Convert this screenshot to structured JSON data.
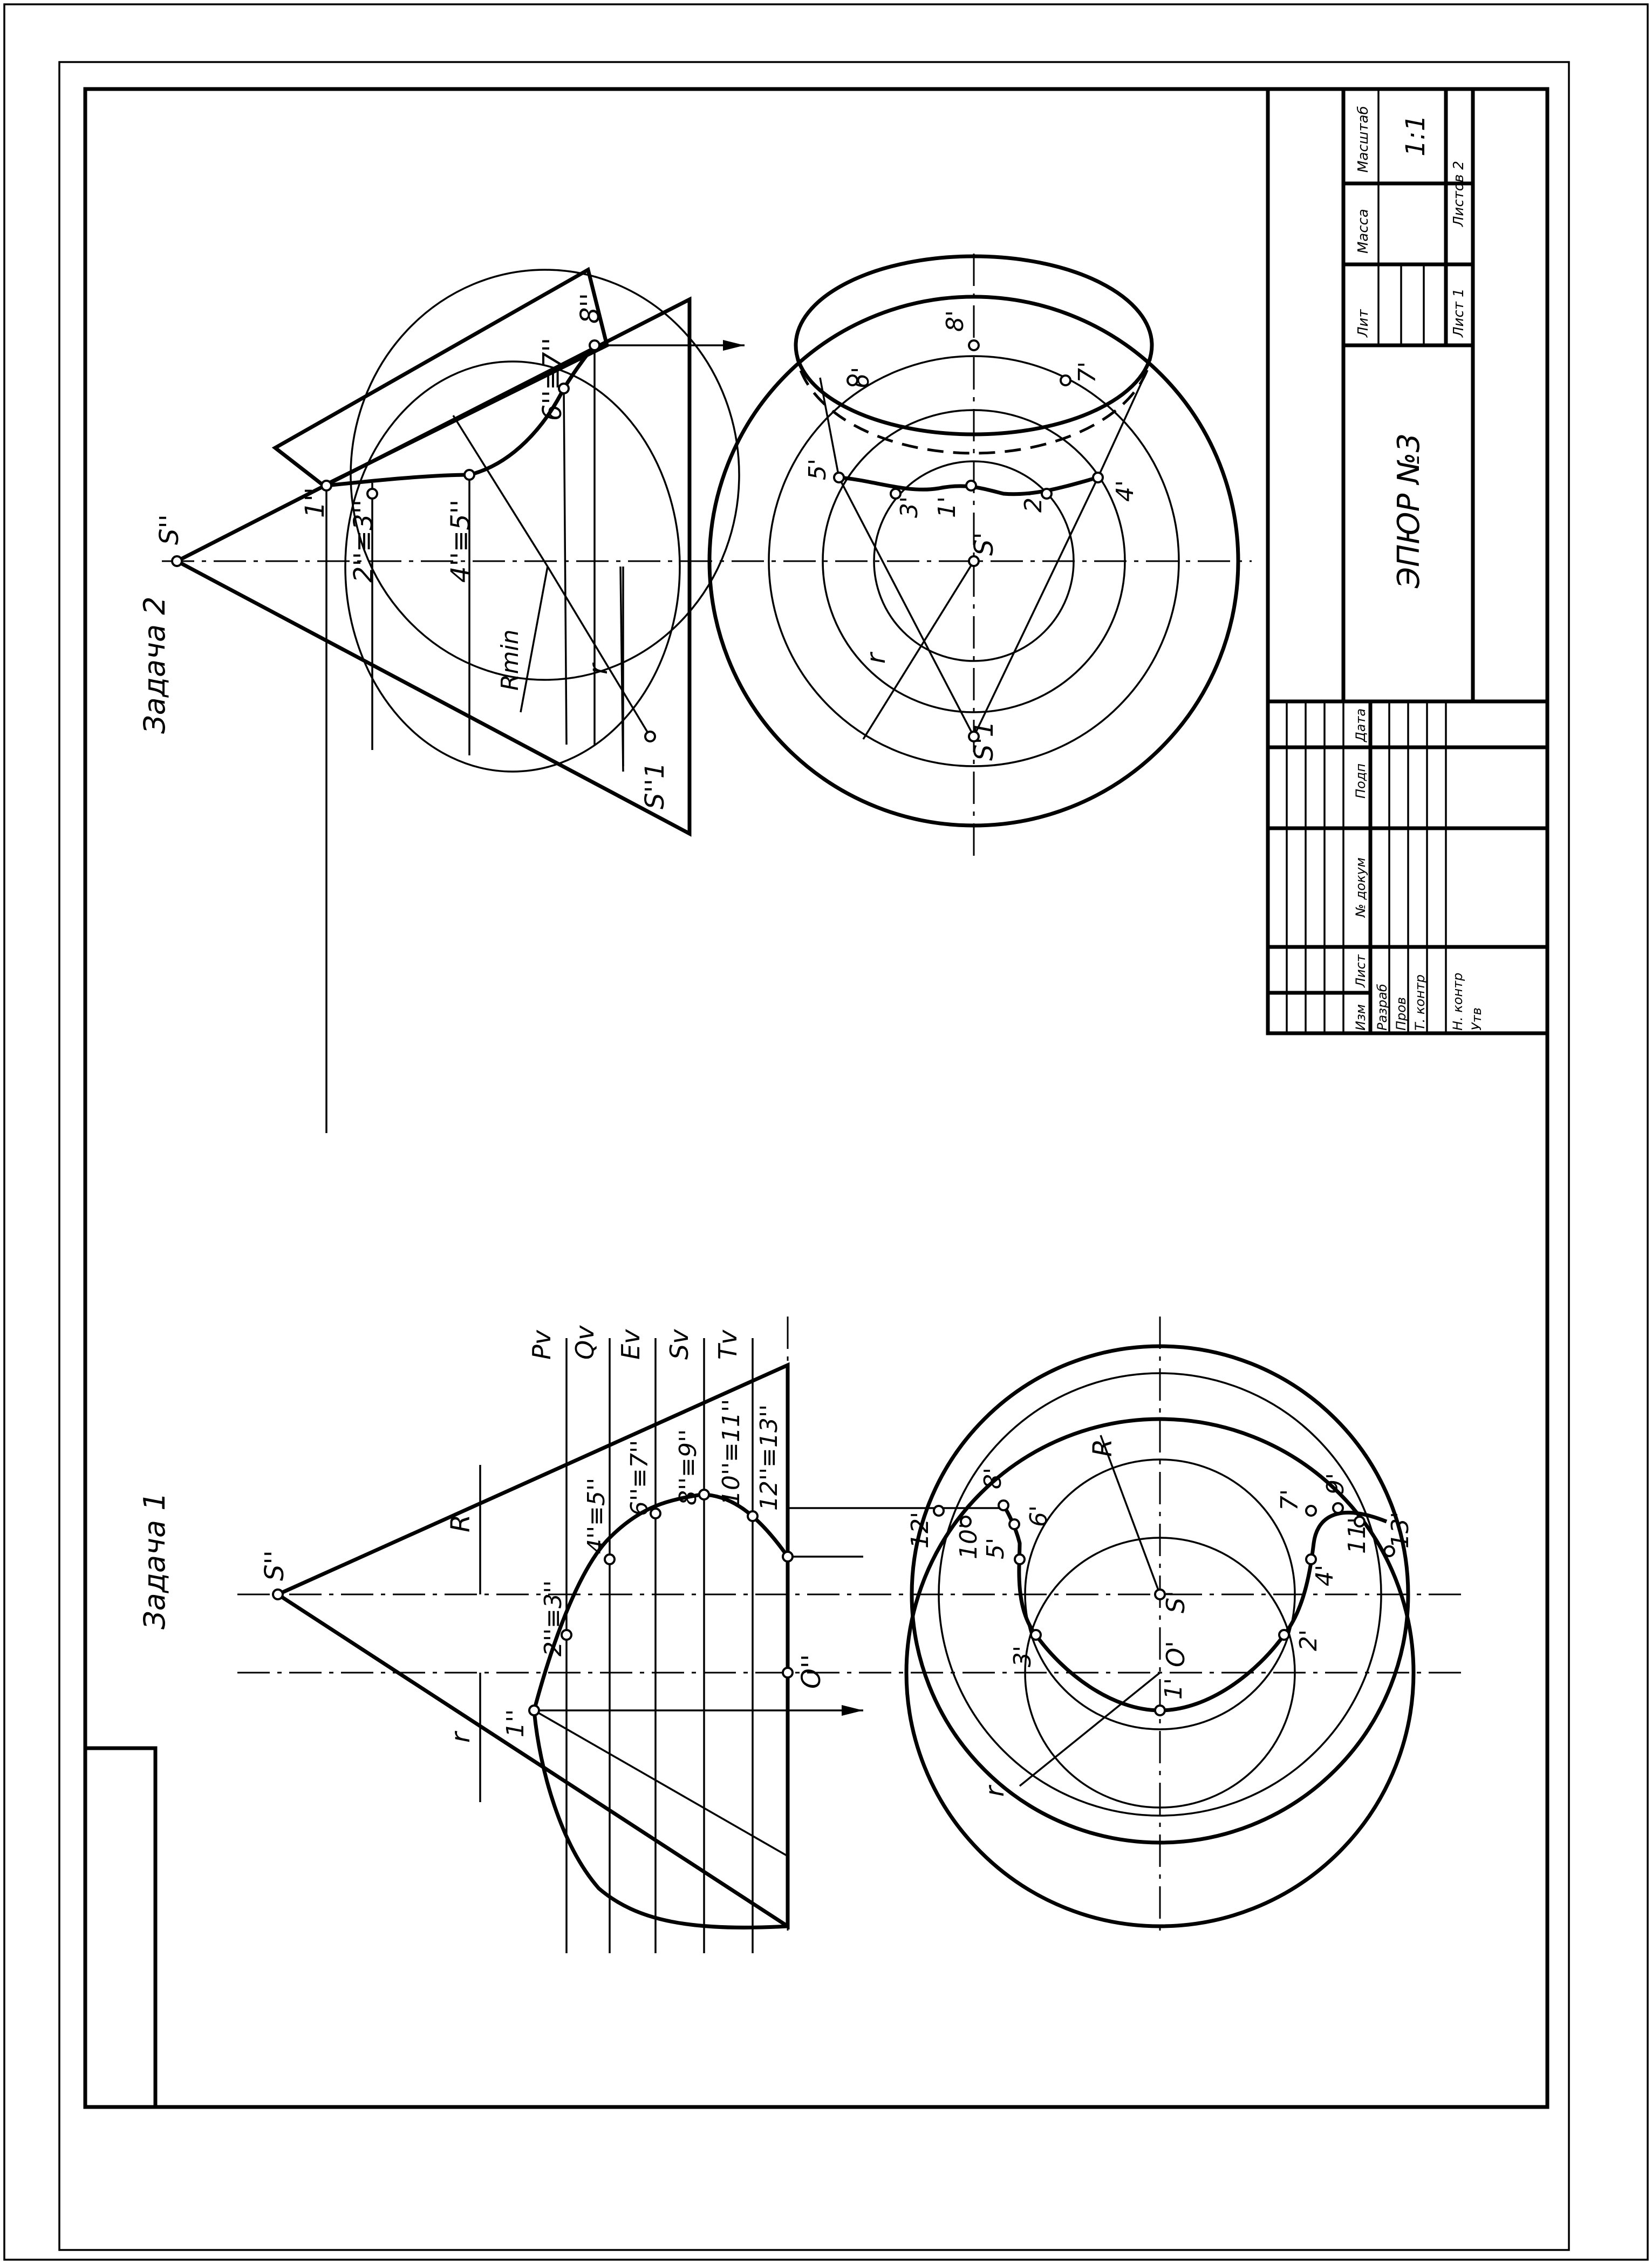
{
  "title_block": {
    "drawing_title": "ЭПЮР №3",
    "headers": {
      "lit": "Лит",
      "mass": "Масса",
      "scale": "Масштаб"
    },
    "scale_value": "1:1",
    "sheet": "Лист 1",
    "sheets": "Листов 2",
    "revision_headers": {
      "izm": "Изм",
      "list": "Лист",
      "doc": "№ докум",
      "sign": "Подп",
      "date": "Дата"
    },
    "roles": {
      "developed": "Разраб",
      "checked": "Пров",
      "tech_control": "Т. контр",
      "norm_control": "Н. контр",
      "approved": "Утв"
    }
  },
  "task1": {
    "title": "Задача 1",
    "apex_front": "S''",
    "apex_top": "S'",
    "center_top": "O'",
    "center_front": "O''",
    "radius_big": "R",
    "radius_small": "r",
    "planes": [
      "Pv",
      "Qv",
      "Ev",
      "Sv",
      "Tv"
    ],
    "front_points": [
      "1''",
      "2''≡3''",
      "4''≡5''",
      "6''≡7''",
      "8''≡9''",
      "10''≡11''",
      "12''≡13''"
    ],
    "top_points": [
      "1'",
      "2'",
      "3'",
      "4'",
      "5'",
      "6'",
      "7'",
      "8'",
      "9'",
      "10'",
      "11'",
      "12'",
      "13'"
    ]
  },
  "task2": {
    "title": "Задача 2",
    "apex_front": "S''",
    "apex_front_sphere": "S''1",
    "apex_top": "S'",
    "apex_top_sphere": "S'1",
    "radius_min": "Rmin",
    "radius_r": "r",
    "front_points": [
      "1''",
      "2''≡3''",
      "4''≡5''",
      "6''≡7''",
      "8''"
    ],
    "top_points": [
      "1'",
      "2'",
      "3'",
      "4'",
      "5'",
      "6'",
      "7'",
      "8'"
    ]
  }
}
